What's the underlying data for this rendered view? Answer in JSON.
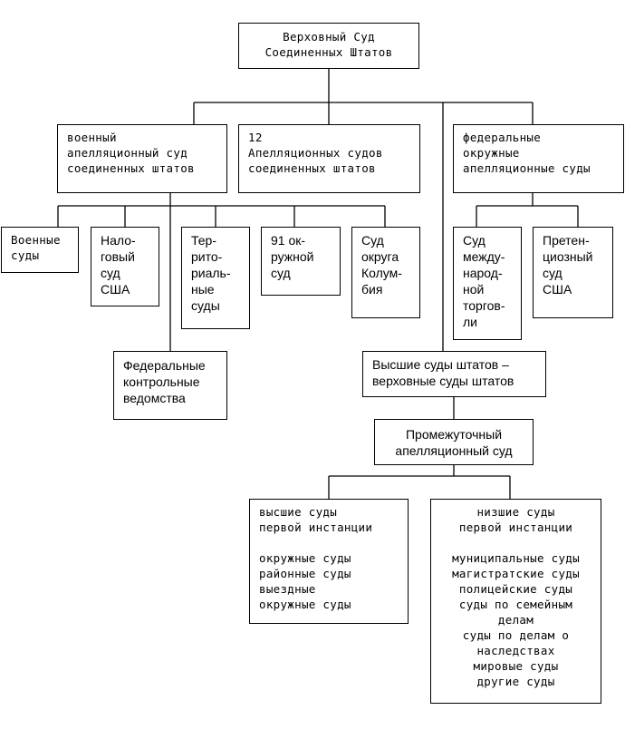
{
  "nodes": {
    "supreme": "Верховный Суд\nСоединенных Штатов",
    "military_appeals": "военный\nапелляционный суд\nсоединенных штатов",
    "circuit_12": "12\nАпелляционных судов\nсоединенных штатов",
    "federal_circuit": "федеральные\nокружные\nапелляционные суды",
    "military_courts": "Военные\nсуды",
    "tax_court": "Нало-\nговый\nсуд\nСША",
    "territorial": "Тер-\nрито-\nриаль-\nные\nсуды",
    "district_91": "91 ок-\nружной\nсуд",
    "dc_court": "Суд\nокруга\nКолум-\nбия",
    "intl_trade": "Суд\nмежду-\nнарод-\nной\nторгов-\nли",
    "claims_court": "Претен-\nциозный\nсуд\nСША",
    "federal_agencies": "Федеральные\nконтрольные\nведомства",
    "state_supreme": "Высшие суды штатов –\nверховные суды штатов",
    "intermediate": "Промежуточный\nапелляционный суд",
    "higher_first": "высшие суды\nпервой инстанции\n\nокружные суды\nрайонные суды\nвыездные\nокружные суды",
    "lower_first": "низшие суды\nпервой инстанции\n\nмуниципальные суды\nмагистратские суды\nполицейские суды\nсуды по семейным\nделам\nсуды по делам о\nнаследствах\nмировые суды\nдругие суды"
  }
}
